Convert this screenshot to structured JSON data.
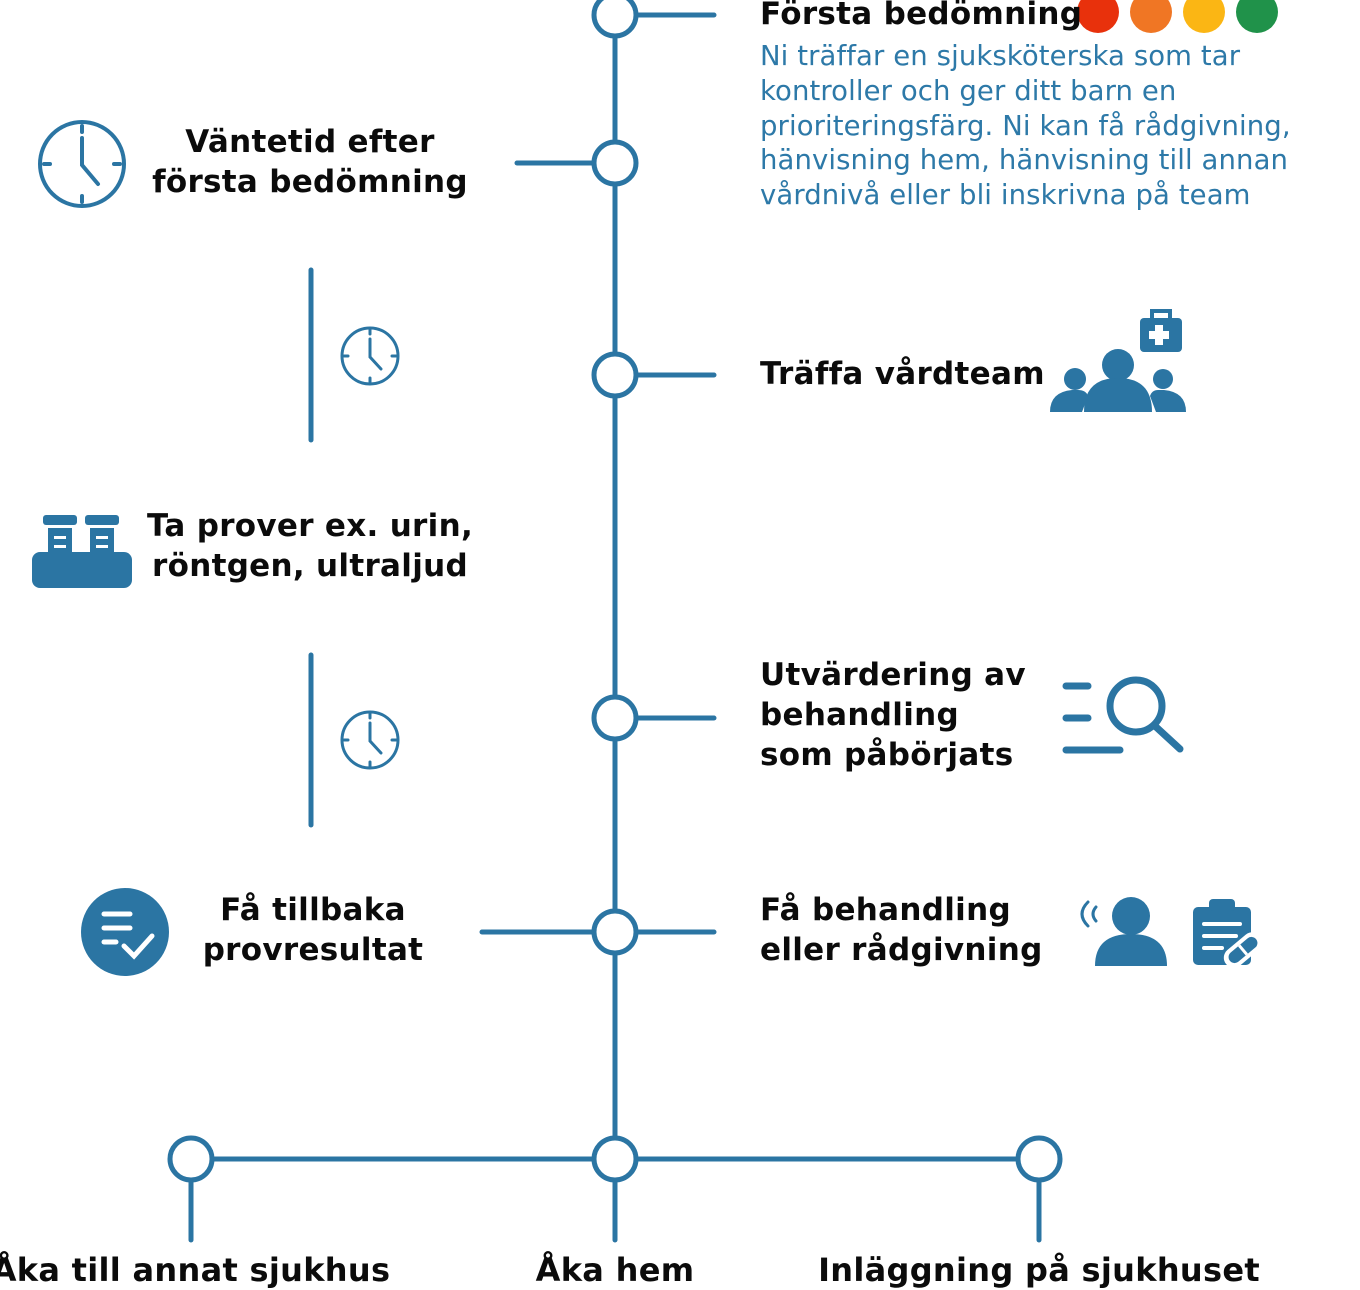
{
  "colors": {
    "line": "#2b75a3",
    "icon": "#2b75a3",
    "text": "#0b0b0b",
    "description": "#2d79a8",
    "priority": [
      "#e8310c",
      "#f07624",
      "#fbb614",
      "#20924a"
    ]
  },
  "steps": {
    "first_assessment": {
      "title": "Första bedömning",
      "description": "Ni träffar en sjuksköterska som tar\nkontroller och ger ditt barn en\nprioriteringsfärg. Ni kan få rådgivning,\nhänvisning hem, hänvisning till annan\nvårdnivå eller bli inskrivna på team",
      "icon": "priority-color-dots"
    },
    "waiting_time": {
      "title": "Väntetid efter\nförsta bedömning",
      "icon": "clock-icon"
    },
    "meet_care_team": {
      "title": "Träffa vårdteam",
      "icon": "care-team-icon"
    },
    "tests": {
      "title": "Ta prover ex. urin,\nröntgen, ultraljud",
      "icon": "test-tubes-icon"
    },
    "evaluation": {
      "title": "Utvärdering av\nbehandling\nsom påbörjats",
      "icon": "search-list-icon"
    },
    "test_results": {
      "title": "Få tillbaka\nprovresultat",
      "icon": "result-check-icon"
    },
    "treatment": {
      "title": "Få behandling\neller rådgivning",
      "icon": "patient-prescription-icon"
    }
  },
  "outcomes": {
    "other_hospital": "Åka till annat sjukhus",
    "go_home": "Åka hem",
    "admission": "Inläggning på sjukhuset"
  }
}
